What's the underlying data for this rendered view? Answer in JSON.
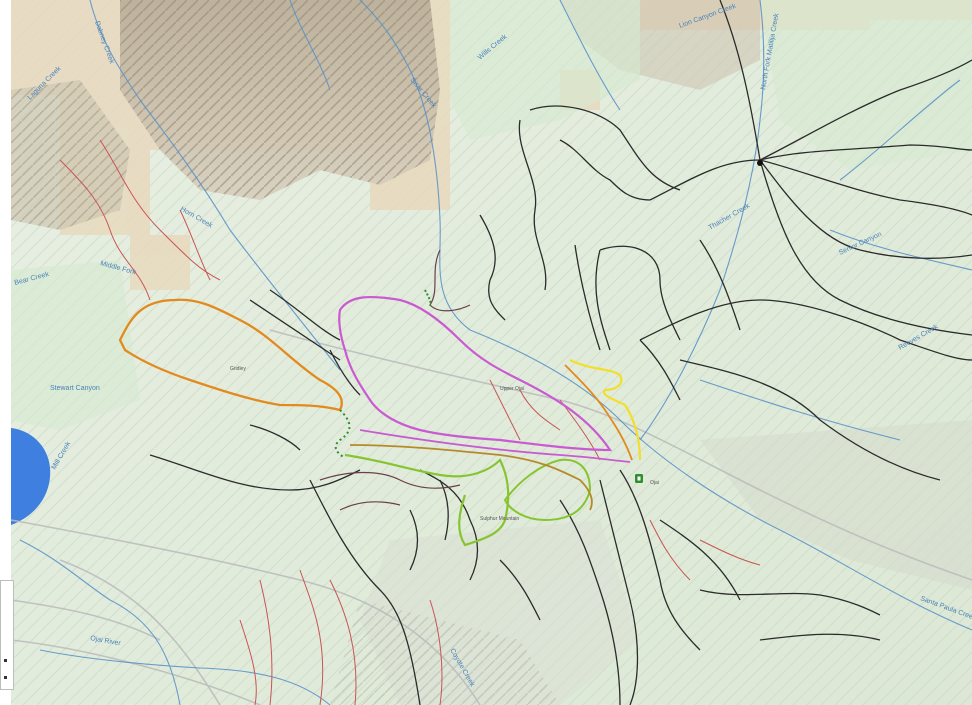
{
  "colors": {
    "background": "#eef3ea",
    "ridge": "#d2c8b4",
    "ridge_shadow": "#9e9483",
    "public_land": "#e8d9be",
    "forest": "#d7ead0",
    "lake": "#3f7fe0",
    "river": "#5b93c8",
    "road": "#b9b9b9",
    "trail_black": "#2b2b2b",
    "trail_orange": "#e28a1e",
    "trail_magenta": "#c95bd1",
    "trail_green": "#86c530",
    "trail_dark_green": "#2f8f2f",
    "trail_yellow": "#f2df2a",
    "trail_olive": "#b58a2a",
    "trail_red": "#c85454",
    "trail_brown": "#6b3f4a"
  },
  "labels": {
    "dabney_creek": "Dabney Creek",
    "laguna_creek": "Laguna Creek",
    "wills_creek": "Wills Creek",
    "lion_creek": "Lion Canyon Creek",
    "north_fork": "North Fork Matilija Creek",
    "sisar_creek": "Sisar Creek",
    "horn_creek": "Horn Creek",
    "middle_fork": "Middle Fork",
    "bear_creek": "Bear Creek",
    "stewart_creek": "Stewart Canyon",
    "mill_creek": "Mill Creek",
    "ojai_river": "Ojai River",
    "coyote_creek": "Coyote Creek",
    "reeves_creek": "Reeves Creek",
    "senior_canyon": "Senior Canyon",
    "thacher_creek": "Thacher Creek",
    "santa_paula": "Santa Paula Creek",
    "upper_ojai": "Upper Ojai",
    "sulphur_mtn": "Sulphur Mountain",
    "gridley": "Gridley",
    "valley_label": "Ojai"
  },
  "icons": {
    "trailhead": "trailhead-icon",
    "junction": "junction-dot-icon"
  }
}
